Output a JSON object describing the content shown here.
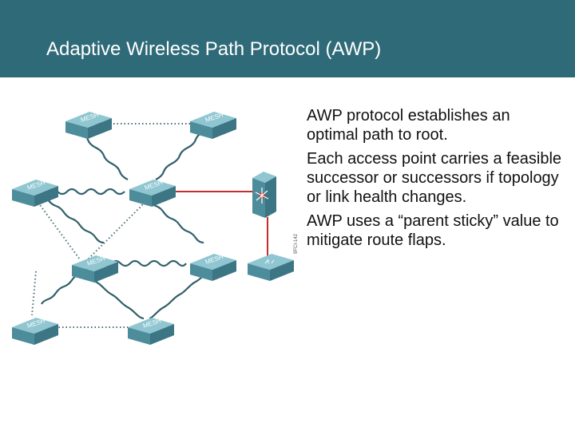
{
  "title": "Adaptive Wireless Path Protocol (AWP)",
  "colors": {
    "title_bar": "#2f6a78",
    "title_text": "#ffffff",
    "wired_link": "#c0302e",
    "mesh_box": "#5a9aa8",
    "mesh_top": "#7fbcc8"
  },
  "mesh_label": "MESH",
  "figure_id": "9FCI-142",
  "bullets": [
    "AWP protocol establishes an optimal path to root.",
    "Each access point carries a feasible successor or successors if topology or link health changes.",
    "AWP uses a “parent sticky” value to mitigate route flaps."
  ],
  "icons": {
    "router": "router-icon",
    "root_access_point": "root-ap-icon",
    "mesh_access_point": "mesh-ap-icon"
  }
}
